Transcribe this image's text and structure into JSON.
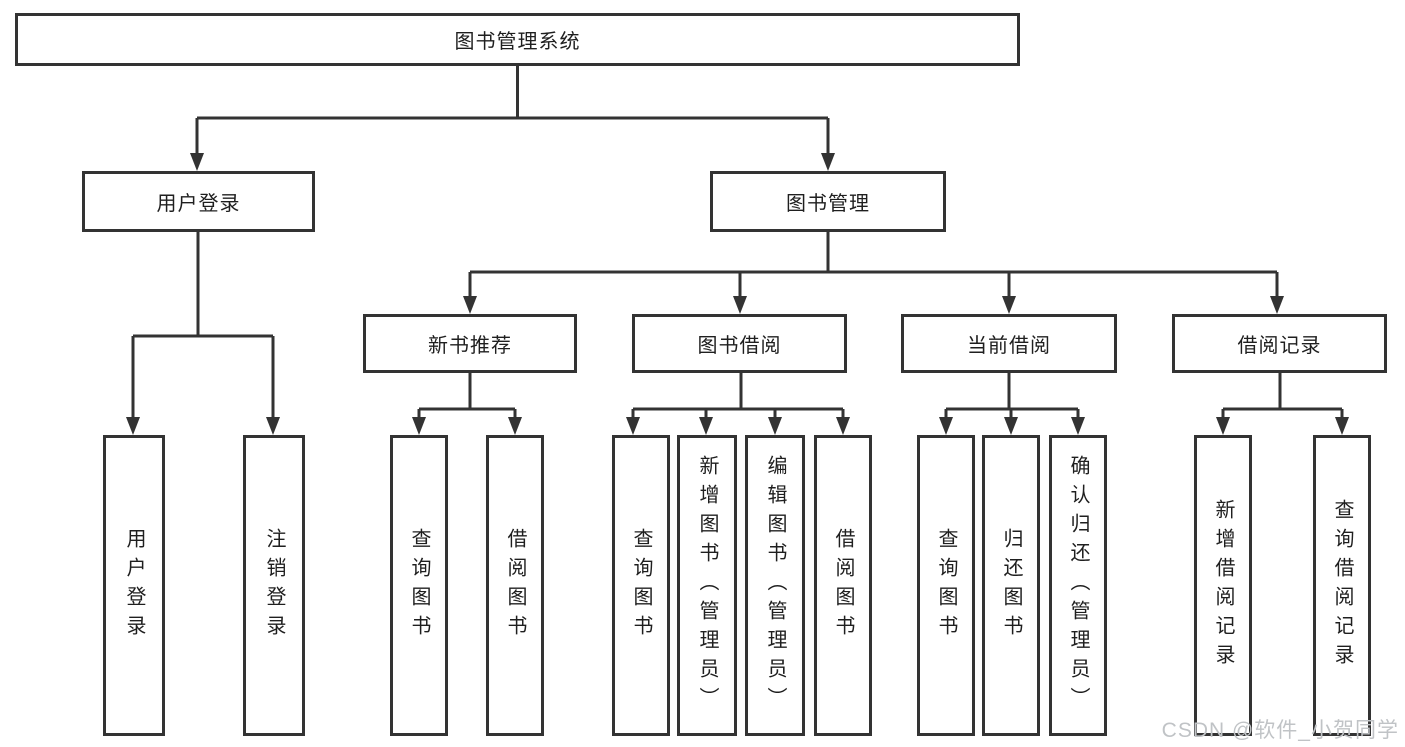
{
  "diagram": {
    "root": {
      "label": "图书管理系统"
    },
    "branches": [
      {
        "label": "用户登录",
        "children": [
          {
            "label": "用户登录"
          },
          {
            "label": "注销登录"
          }
        ]
      },
      {
        "label": "图书管理",
        "children": [
          {
            "label": "新书推荐",
            "children": [
              {
                "label": "查询图书"
              },
              {
                "label": "借阅图书"
              }
            ]
          },
          {
            "label": "图书借阅",
            "children": [
              {
                "label": "查询图书"
              },
              {
                "label": "新增图书（管理员）"
              },
              {
                "label": "编辑图书（管理员）"
              },
              {
                "label": "借阅图书"
              }
            ]
          },
          {
            "label": "当前借阅",
            "children": [
              {
                "label": "查询图书"
              },
              {
                "label": "归还图书"
              },
              {
                "label": "确认归还（管理员）"
              }
            ]
          },
          {
            "label": "借阅记录",
            "children": [
              {
                "label": "新增借阅记录"
              },
              {
                "label": "查询借阅记录"
              }
            ]
          }
        ]
      }
    ]
  },
  "watermark": {
    "text": "CSDN @软件_小贺同学"
  },
  "colors": {
    "line": "#333333",
    "text": "#1f1f1f",
    "background": "#ffffff",
    "watermark": "#c0c3c6"
  }
}
